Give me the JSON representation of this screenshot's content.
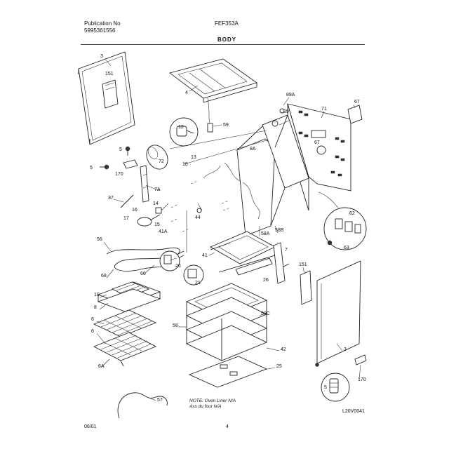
{
  "header": {
    "publication_label": "Publication No",
    "publication_number": "5995361556",
    "model": "FEF353A",
    "section_title": "BODY"
  },
  "note": {
    "line1": "NOTE: Oven Liner N/A",
    "line2": "Ass du four N/A"
  },
  "footer": {
    "date_code": "06/01",
    "page_number": "4",
    "drawing_code": "L20V0041"
  },
  "callouts": [
    "3",
    "151",
    "4",
    "89A",
    "89",
    "67",
    "71",
    "12",
    "59",
    "5",
    "5",
    "170",
    "72",
    "18",
    "13",
    "8A",
    "67",
    "7A",
    "37",
    "16",
    "14",
    "17",
    "15",
    "44",
    "41A",
    "62",
    "63",
    "56",
    "58A",
    "58B",
    "7",
    "41",
    "26",
    "21",
    "26",
    "68",
    "66",
    "151",
    "10",
    "8",
    "6",
    "6",
    "58C",
    "58",
    "3",
    "42",
    "6A",
    "25",
    "5",
    "170",
    "57"
  ]
}
